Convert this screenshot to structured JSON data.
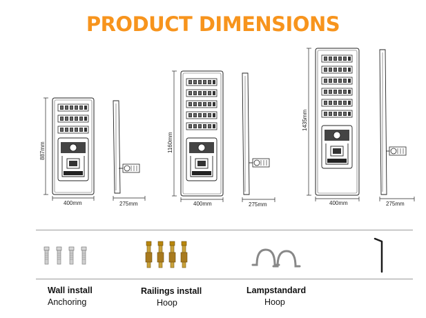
{
  "heading": {
    "text": "PRODUCT DIMENSIONS",
    "color": "#f7941d"
  },
  "products": [
    {
      "height": "887mm",
      "front_width": "400mm",
      "side_width": "275mm"
    },
    {
      "height": "1160mm",
      "front_width": "400mm",
      "side_width": "275mm"
    },
    {
      "height": "1435mm",
      "front_width": "400mm",
      "side_width": "275mm"
    }
  ],
  "accessories": [
    {
      "title": "Wall install",
      "subtitle": "Anchoring",
      "icon": "bolt-icon"
    },
    {
      "title": "Railings install",
      "subtitle": "Hoop",
      "icon": "expansion-bolt-icon"
    },
    {
      "title": "Lampstandard",
      "subtitle": "Hoop",
      "icon": "pipe-clamp-icon"
    },
    {
      "title": "",
      "subtitle": "",
      "icon": "hex-key-icon"
    }
  ]
}
